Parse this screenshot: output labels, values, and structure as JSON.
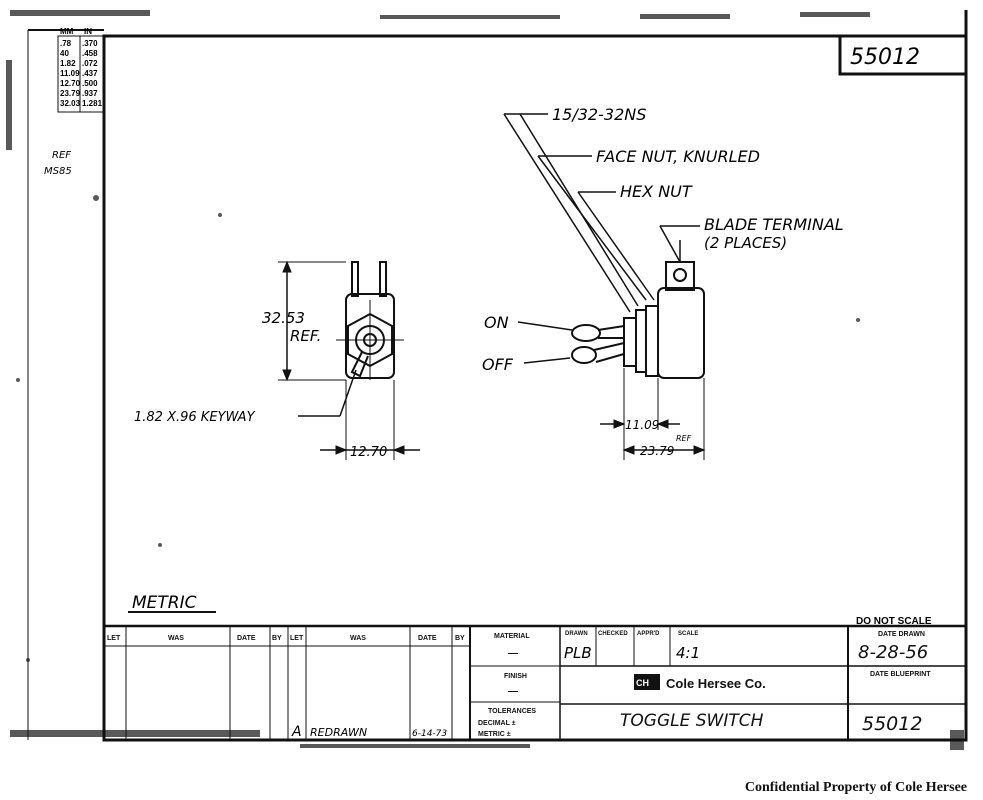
{
  "drawing": {
    "corner_number": "55012",
    "conversion_table": {
      "header_mm": "MM",
      "header_in": "IN",
      "rows": [
        [
          ".78",
          ".370"
        ],
        [
          "40",
          ".458"
        ],
        [
          "1.82",
          ".072"
        ],
        [
          "11.09",
          ".437"
        ],
        [
          "12.70",
          ".500"
        ],
        [
          "23.79",
          ".937"
        ],
        [
          "32.03",
          "1.281"
        ]
      ]
    },
    "side_ref": "REF",
    "side_ref_code": "MS85",
    "callouts": {
      "thread": "15/32-32NS",
      "face_nut": "FACE NUT, KNURLED",
      "hex_nut": "HEX NUT",
      "blade_terminal_1": "BLADE TERMINAL",
      "blade_terminal_2": "(2 PLACES)",
      "on": "ON",
      "off": "OFF",
      "keyway": "1.82 X.96 KEYWAY"
    },
    "dimensions": {
      "height_value": "32.53",
      "height_ref": "REF.",
      "width_front": "12.70",
      "bushing_length": "11.09",
      "body_length": "23.79",
      "body_length_ref": "REF"
    },
    "metric_label": "METRIC",
    "do_not_scale": "DO NOT SCALE"
  },
  "title_block": {
    "rev_headers": [
      "LET",
      "WAS",
      "DATE",
      "BY",
      "LET",
      "WAS",
      "DATE",
      "BY"
    ],
    "rev_entry_letter": "A",
    "rev_entry_was": "REDRAWN",
    "rev_entry_date": "6-14-73",
    "material_label": "MATERIAL",
    "material_value": "—",
    "finish_label": "FINISH",
    "finish_value": "—",
    "tolerances_label": "TOLERANCES",
    "decimal_label": "DECIMAL ±",
    "metric_label": "METRIC ±",
    "drawn_label": "DRAWN",
    "checked_label": "CHECKED",
    "approved_label": "APPR'D",
    "scale_label": "SCALE",
    "drawn_by": "PLB",
    "scale_value": "4:1",
    "company": "Cole Hersee Co.",
    "title": "TOGGLE SWITCH",
    "date_drawn_label": "DATE DRAWN",
    "date_drawn": "8-28-56",
    "date_blueprint_label": "DATE BLUEPRINT",
    "drawing_number": "55012"
  },
  "footer": {
    "text": "Confidential Property of Cole Hersee"
  }
}
